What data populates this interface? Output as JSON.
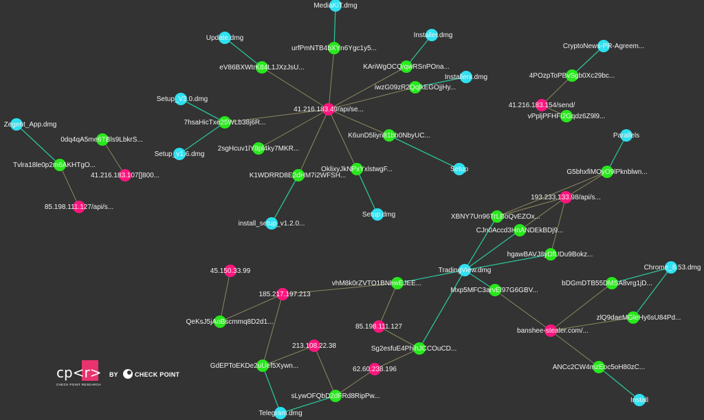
{
  "colors": {
    "background": "#333333",
    "file_node": "#2ee0f0",
    "hash_node": "#27e81b",
    "ip_node": "#ff157e",
    "edge_default": "#8e8a60",
    "edge_highlight": "#2cc39a"
  },
  "nodes": [
    {
      "id": "n1",
      "type": "file",
      "label": "MediaKiT.dmg"
    },
    {
      "id": "n2",
      "type": "hash",
      "label": "urfPmNTB4bXYn6Ygc1y5..."
    },
    {
      "id": "n3",
      "type": "file",
      "label": "Update.dmg"
    },
    {
      "id": "n4",
      "type": "hash",
      "label": "eV86BXWtrK84L1JXzJsU..."
    },
    {
      "id": "n5",
      "type": "file",
      "label": "Installer.dmg"
    },
    {
      "id": "n6",
      "type": "hash",
      "label": "KAriWgOCQ/qwRSnPOna..."
    },
    {
      "id": "n7",
      "type": "file",
      "label": "Installerx.dmg"
    },
    {
      "id": "n8",
      "type": "hash",
      "label": "iwzG09zR2QqlkEGOjjHy..."
    },
    {
      "id": "n9",
      "type": "ip",
      "label": "41.216.183.49/api/se..."
    },
    {
      "id": "n10",
      "type": "file",
      "label": "Setup_V3.0.dmg"
    },
    {
      "id": "n11",
      "type": "hash",
      "label": "7hsaHicTxe25WLb38j6R..."
    },
    {
      "id": "n12",
      "type": "file",
      "label": "Setup_v1.6.dmg"
    },
    {
      "id": "n13",
      "type": "hash",
      "label": "2sgHcuv1lY8pl4ky7MKR..."
    },
    {
      "id": "n14",
      "type": "hash",
      "label": "K6unD5liyn81bb0NbyUC..."
    },
    {
      "id": "n15",
      "type": "file",
      "label": "Setup"
    },
    {
      "id": "n16",
      "type": "hash",
      "label": "OklixyJkNPxYxlstwgF..."
    },
    {
      "id": "n17",
      "type": "file",
      "label": "Setup.dmg"
    },
    {
      "id": "n18",
      "type": "hash",
      "label": "K1WDRRD8E2dHM7i2WFSH..."
    },
    {
      "id": "n19",
      "type": "file",
      "label": "install_setup_v1.2.0..."
    },
    {
      "id": "n20",
      "type": "file",
      "label": "Zegent_App.dmg"
    },
    {
      "id": "n21",
      "type": "hash",
      "label": "0dq4qA5me6TBls9LbkrS..."
    },
    {
      "id": "n22",
      "type": "hash",
      "label": "Tvlra18le0p2m6AKHTgO..."
    },
    {
      "id": "n23",
      "type": "ip",
      "label": "41.216.183.107[]800..."
    },
    {
      "id": "n24",
      "type": "ip",
      "label": "85.198.111.127/api/s..."
    },
    {
      "id": "n25",
      "type": "file",
      "label": "CryptoNews-PR-Agreem..."
    },
    {
      "id": "n26",
      "type": "hash",
      "label": "4POzpToPBvSgb0Xc29bc..."
    },
    {
      "id": "n27",
      "type": "ip",
      "label": "41.216.183.154/send/"
    },
    {
      "id": "n28",
      "type": "hash",
      "label": "vPpljPFHFi2Gqdz6Z9l9..."
    },
    {
      "id": "n29",
      "type": "file",
      "label": "Parallels"
    },
    {
      "id": "n30",
      "type": "hash",
      "label": "G5bhxfiMOyO9lPknblwn..."
    },
    {
      "id": "n31",
      "type": "ip",
      "label": "193.233.133.98/api/s..."
    },
    {
      "id": "n32",
      "type": "hash",
      "label": "XBNY7Un96TrLBoQvEZOx..."
    },
    {
      "id": "n33",
      "type": "hash",
      "label": "CJn0Accd3HnANDEkBDj9..."
    },
    {
      "id": "n34",
      "type": "hash",
      "label": "hgawBAVJ8yDfUDu9Bokz..."
    },
    {
      "id": "n35",
      "type": "file",
      "label": "TradingView.dmg"
    },
    {
      "id": "n36",
      "type": "hash",
      "label": "Mxp5MFC3arvEl97G6GBV..."
    },
    {
      "id": "n37",
      "type": "file",
      "label": "Chrome_8.53.dmg"
    },
    {
      "id": "n38",
      "type": "hash",
      "label": "bDGmDTB55DMSA8vrg1jD..."
    },
    {
      "id": "n39",
      "type": "hash",
      "label": "zlQ9daeMGleHy6sU84Pd..."
    },
    {
      "id": "n40",
      "type": "ip",
      "label": "banshee-stealer.com/..."
    },
    {
      "id": "n41",
      "type": "hash",
      "label": "ANCc2CW4mzEoc5oH80zC..."
    },
    {
      "id": "n42",
      "type": "file",
      "label": "Install"
    },
    {
      "id": "n43",
      "type": "ip",
      "label": "45.150.33.99"
    },
    {
      "id": "n44",
      "type": "ip",
      "label": "185.217.197.213"
    },
    {
      "id": "n45",
      "type": "hash",
      "label": "QeKsJ5jAoBscmmq8D2d1..."
    },
    {
      "id": "n46",
      "type": "hash",
      "label": "vhM8k0rZVTO1BNhwEJEE..."
    },
    {
      "id": "n47",
      "type": "ip",
      "label": "85.198.111.127"
    },
    {
      "id": "n48",
      "type": "hash",
      "label": "Sg2esfuE4PhihJCCOuCD..."
    },
    {
      "id": "n49",
      "type": "ip",
      "label": "213.108.22.38"
    },
    {
      "id": "n50",
      "type": "hash",
      "label": "GdEPToEKDe2uUef5Xywn..."
    },
    {
      "id": "n51",
      "type": "ip",
      "label": "62.60.238.196"
    },
    {
      "id": "n52",
      "type": "hash",
      "label": "sLywOFQbD2dFRd8RipPw..."
    },
    {
      "id": "n53",
      "type": "file",
      "label": "Telegram.dmg"
    }
  ],
  "edges": [
    [
      "n1",
      "n2",
      "teal"
    ],
    [
      "n2",
      "n9",
      "olive"
    ],
    [
      "n3",
      "n4",
      "teal"
    ],
    [
      "n4",
      "n9",
      "olive"
    ],
    [
      "n5",
      "n6",
      "teal"
    ],
    [
      "n6",
      "n9",
      "olive"
    ],
    [
      "n7",
      "n8",
      "teal"
    ],
    [
      "n8",
      "n9",
      "olive"
    ],
    [
      "n10",
      "n11",
      "teal"
    ],
    [
      "n12",
      "n11",
      "teal"
    ],
    [
      "n11",
      "n9",
      "olive"
    ],
    [
      "n13",
      "n9",
      "olive"
    ],
    [
      "n14",
      "n9",
      "olive"
    ],
    [
      "n14",
      "n15",
      "teal"
    ],
    [
      "n16",
      "n9",
      "olive"
    ],
    [
      "n16",
      "n17",
      "teal"
    ],
    [
      "n18",
      "n9",
      "olive"
    ],
    [
      "n18",
      "n19",
      "teal"
    ],
    [
      "n20",
      "n22",
      "teal"
    ],
    [
      "n21",
      "n23",
      "olive"
    ],
    [
      "n22",
      "n24",
      "olive"
    ],
    [
      "n25",
      "n26",
      "teal"
    ],
    [
      "n26",
      "n27",
      "olive"
    ],
    [
      "n28",
      "n27",
      "olive"
    ],
    [
      "n29",
      "n30",
      "teal"
    ],
    [
      "n30",
      "n31",
      "olive"
    ],
    [
      "n30",
      "n32",
      "olive"
    ],
    [
      "n31",
      "n32",
      "olive"
    ],
    [
      "n31",
      "n33",
      "olive"
    ],
    [
      "n31",
      "n34",
      "olive"
    ],
    [
      "n33",
      "n35",
      "teal"
    ],
    [
      "n34",
      "n35",
      "teal"
    ],
    [
      "n32",
      "n35",
      "teal"
    ],
    [
      "n35",
      "n36",
      "teal"
    ],
    [
      "n35",
      "n46",
      "teal"
    ],
    [
      "n35",
      "n48",
      "teal"
    ],
    [
      "n37",
      "n38",
      "teal"
    ],
    [
      "n37",
      "n39",
      "teal"
    ],
    [
      "n38",
      "n40",
      "olive"
    ],
    [
      "n39",
      "n40",
      "olive"
    ],
    [
      "n36",
      "n40",
      "olive"
    ],
    [
      "n40",
      "n41",
      "olive"
    ],
    [
      "n41",
      "n42",
      "teal"
    ],
    [
      "n43",
      "n45",
      "olive"
    ],
    [
      "n44",
      "n45",
      "olive"
    ],
    [
      "n44",
      "n46",
      "olive"
    ],
    [
      "n44",
      "n50",
      "olive"
    ],
    [
      "n46",
      "n47",
      "olive"
    ],
    [
      "n47",
      "n48",
      "olive"
    ],
    [
      "n49",
      "n50",
      "olive"
    ],
    [
      "n49",
      "n52",
      "olive"
    ],
    [
      "n51",
      "n52",
      "olive"
    ],
    [
      "n51",
      "n48",
      "olive"
    ],
    [
      "n50",
      "n53",
      "teal"
    ],
    [
      "n52",
      "n53",
      "teal"
    ]
  ],
  "logo": {
    "main": "cp<r>",
    "sub": "CHECK POINT RESEARCH",
    "by": "BY",
    "brand": "CHECK POINT"
  }
}
